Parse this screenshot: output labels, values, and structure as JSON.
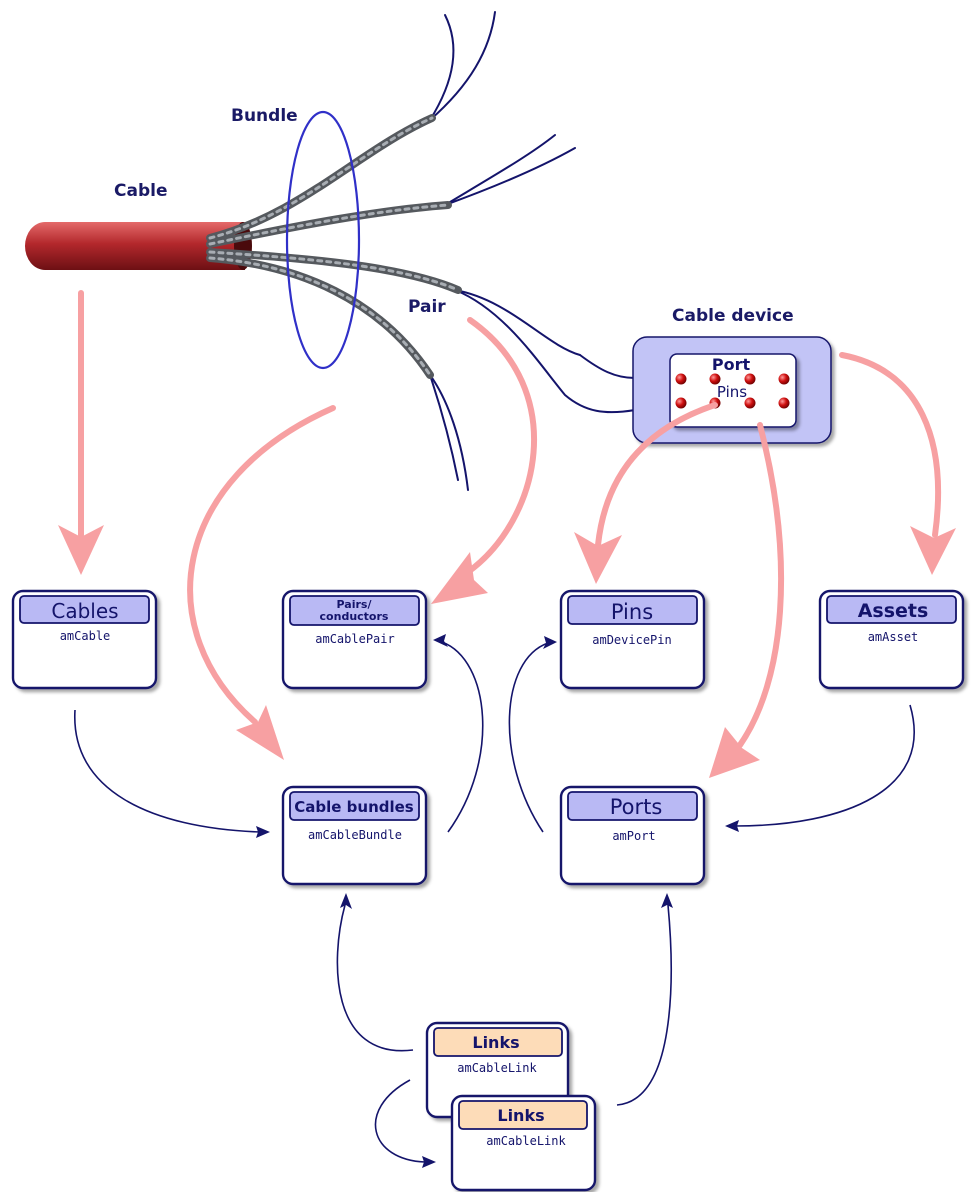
{
  "illustration": {
    "cable_label": "Cable",
    "bundle_label": "Bundle",
    "pair_label": "Pair",
    "device_label": "Cable device",
    "port_label": "Port",
    "pins_label": "Pins"
  },
  "boxes": {
    "cables": {
      "title": "Cables",
      "table": "amCable"
    },
    "pairs": {
      "title_line1": "Pairs/",
      "title_line2": "conductors",
      "table": "amCablePair"
    },
    "pins": {
      "title": "Pins",
      "table": "amDevicePin"
    },
    "assets": {
      "title": "Assets",
      "table": "amAsset"
    },
    "bundles": {
      "title": "Cable bundles",
      "table": "amCableBundle"
    },
    "ports": {
      "title": "Ports",
      "table": "amPort"
    },
    "links_a": {
      "title": "Links",
      "table": "amCableLink"
    },
    "links_b": {
      "title": "Links",
      "table": "amCableLink"
    }
  },
  "colors": {
    "box_header_blue": "#b9b9f4",
    "box_header_orange": "#fddcb8",
    "box_border": "#14146b",
    "arrow_pink": "#f7a0a2",
    "cable_red": "#a8262a",
    "device_fill": "#c2c4f6"
  }
}
